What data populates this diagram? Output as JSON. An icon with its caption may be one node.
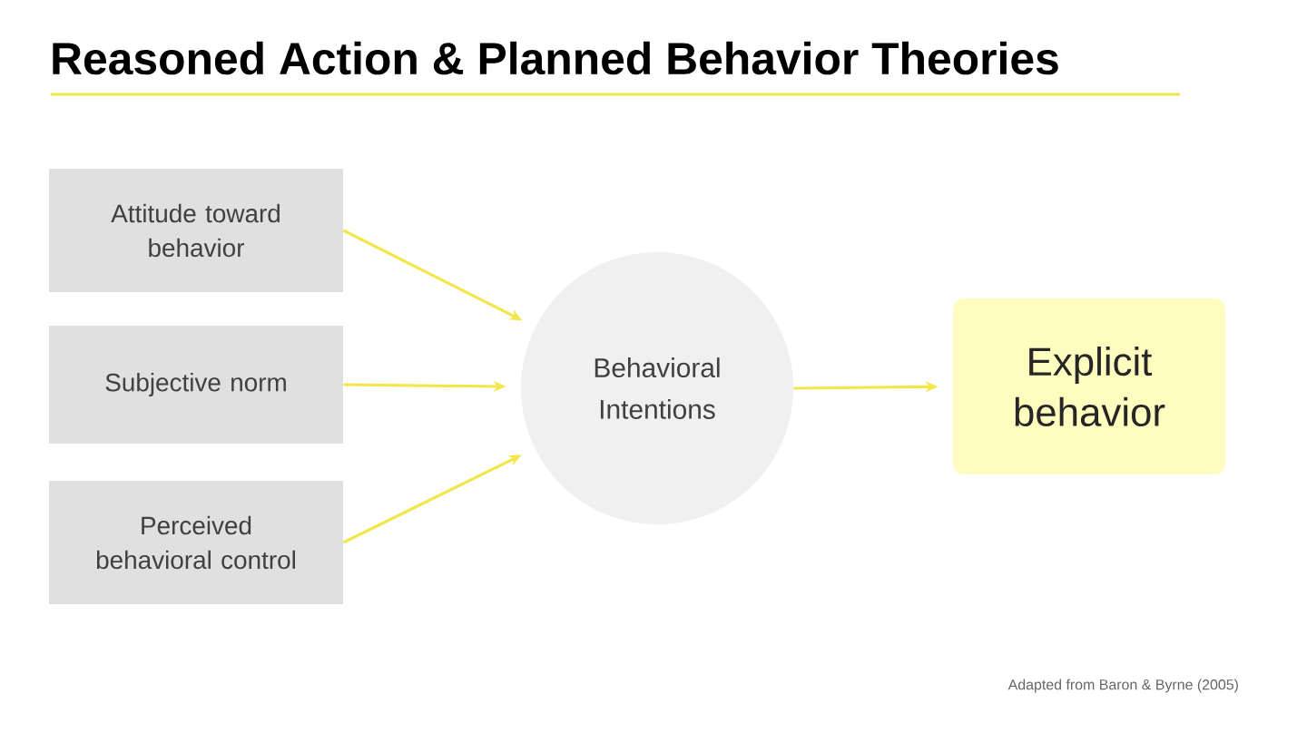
{
  "diagram": {
    "title": "Reasoned Action & Planned Behavior Theories",
    "nodes": [
      {
        "text": [
          "Attitude toward behavior"
        ]
      },
      {
        "text": [
          "Subjective norm"
        ]
      },
      {
        "text": [
          "Perceived behavioral control"
        ]
      },
      {
        "text": [
          "Behavioral Intentions"
        ]
      },
      {
        "text": [
          "Explicit behavior"
        ]
      }
    ],
    "edges": [
      {
        "from": 0,
        "to": 3,
        "arrow": "to"
      },
      {
        "from": 1,
        "to": 3,
        "arrow": "to"
      },
      {
        "from": 2,
        "to": 3,
        "arrow": "to"
      },
      {
        "from": 3,
        "to": 4,
        "arrow": "to"
      }
    ],
    "labels": [
      "Adapted from Baron & Byrne (2005)"
    ]
  }
}
